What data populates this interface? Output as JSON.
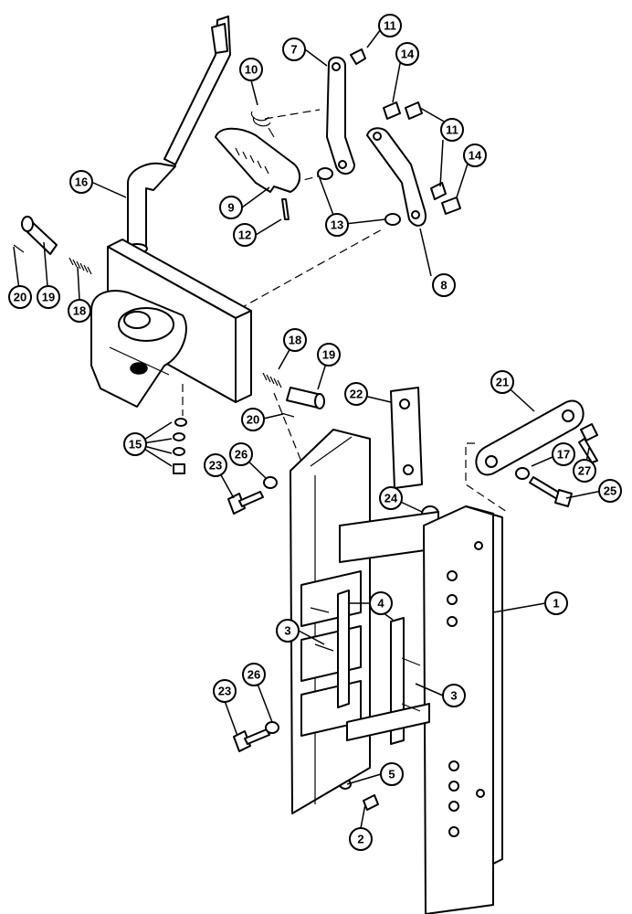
{
  "diagram": {
    "callouts": [
      "1",
      "2",
      "3",
      "3",
      "4",
      "4",
      "5",
      "7",
      "8",
      "9",
      "10",
      "11",
      "11",
      "12",
      "13",
      "13",
      "14",
      "14",
      "15",
      "16",
      "17",
      "18",
      "18",
      "19",
      "19",
      "20",
      "20",
      "21",
      "22",
      "23",
      "23",
      "24",
      "25",
      "26",
      "26",
      "27"
    ]
  }
}
